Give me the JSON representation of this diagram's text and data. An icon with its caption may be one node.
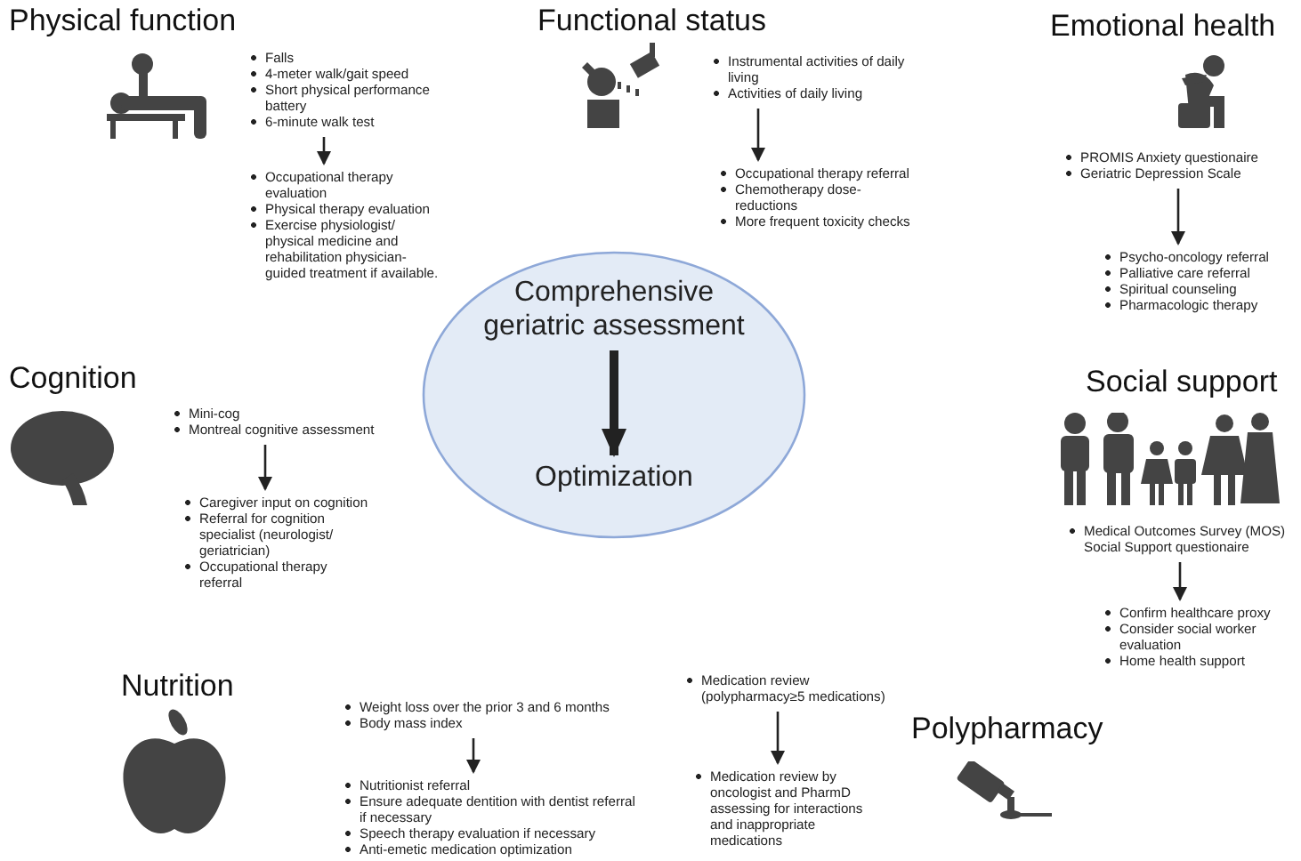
{
  "diagram": {
    "nodes": [
      {
        "text": [
          "Falls",
          "4-meter walk/gait speed",
          "Short physical performance battery",
          "6-minute walk test"
        ]
      },
      {
        "text": [
          "Occupational therapy evaluation",
          "Physical therapy evaluation",
          "Exercise physiologist/ physical medicine and rehabilitation physician-guided treatment if available."
        ]
      },
      {
        "text": [
          "Instrumental activities of daily living",
          "Activities of daily living"
        ]
      },
      {
        "text": [
          "Occupational therapy referral",
          "Chemotherapy dose-reductions",
          "More frequent toxicity checks"
        ]
      },
      {
        "text": [
          "PROMIS Anxiety questionaire",
          "Geriatric Depression Scale"
        ]
      },
      {
        "text": [
          "Psycho-oncology referral",
          "Palliative care referral",
          "Spiritual counseling",
          "Pharmacologic therapy"
        ]
      },
      {
        "text": [],
        "shape": "ellipse"
      },
      {
        "text": [
          "Comprehensive geriatric assessment"
        ],
        "in": 6
      },
      {
        "text": [
          "Optimization"
        ],
        "in": 6
      },
      {
        "text": [
          "Mini-cog",
          "Montreal cognitive assessment"
        ]
      },
      {
        "text": [
          "Caregiver input on cognition",
          "Referral for cognition specialist (neurologist/ geriatrician)",
          "Occupational therapy referral"
        ]
      },
      {
        "text": [
          "Medical Outcomes Survey (MOS) Social Support questionaire"
        ]
      },
      {
        "text": [
          "Confirm healthcare proxy",
          "Consider social worker evaluation",
          "Home health support"
        ]
      },
      {
        "text": [
          "Weight loss over the prior 3 and 6 months",
          "Body mass index"
        ]
      },
      {
        "text": [
          "Nutritionist referral",
          "Ensure adequate dentition with dentist referral if necessary",
          "Speech therapy evaluation if necessary",
          "Anti-emetic medication optimization"
        ]
      },
      {
        "text": [
          "Medication review (polypharmacy≥5 medications)"
        ]
      },
      {
        "text": [
          "Medication review by oncologist and PharmD assessing for interactions and inappropriate medications"
        ]
      }
    ],
    "edges": [
      {
        "from": 0,
        "to": 1,
        "arrow": "to"
      },
      {
        "from": 2,
        "to": 3,
        "arrow": "to"
      },
      {
        "from": 4,
        "to": 5,
        "arrow": "to"
      },
      {
        "from": 7,
        "to": 8,
        "arrow": "to",
        "style": "thick"
      },
      {
        "from": 9,
        "to": 10,
        "arrow": "to"
      },
      {
        "from": 11,
        "to": 12,
        "arrow": "to"
      },
      {
        "from": 13,
        "to": 14,
        "arrow": "to"
      },
      {
        "from": 15,
        "to": 16,
        "arrow": "to"
      }
    ],
    "labels": [
      "Physical function",
      "Functional status",
      "Emotional health",
      "Cognition",
      "Social support",
      "Nutrition",
      "Polypharmacy"
    ]
  }
}
